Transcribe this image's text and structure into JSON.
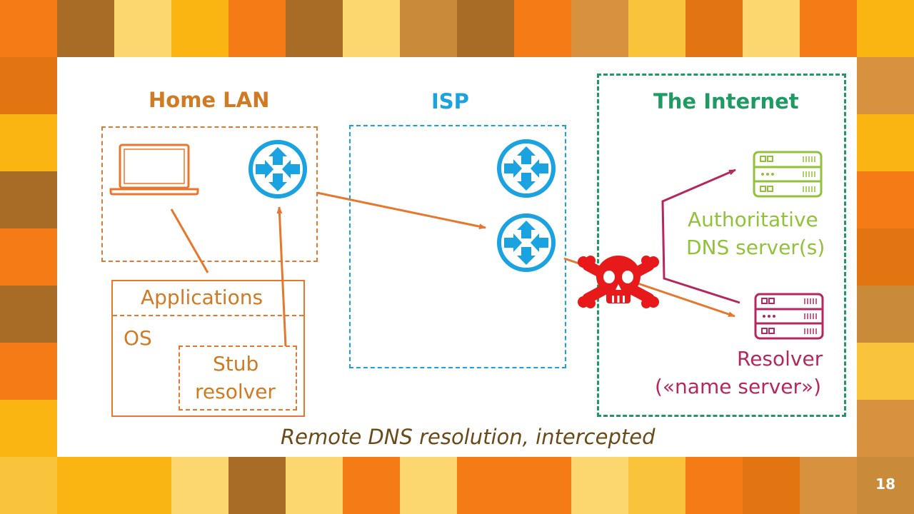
{
  "slide": {
    "page_number": "18",
    "caption": "Remote DNS resolution, intercepted"
  },
  "zones": {
    "home_lan": "Home LAN",
    "isp": "ISP",
    "internet": "The Internet"
  },
  "host": {
    "applications": "Applications",
    "os": "OS",
    "stub_resolver_line1": "Stub",
    "stub_resolver_line2": "resolver"
  },
  "servers": {
    "authoritative_line1": "Authoritative",
    "authoritative_line2": "DNS server(s)",
    "resolver_line1": "Resolver",
    "resolver_line2": "(«name server»)"
  },
  "colors": {
    "home_lan": "#e8772e",
    "home_lan_text": "#d07a23",
    "isp": "#1aa3e0",
    "internet": "#1f9a63",
    "authoritative": "#92c13a",
    "resolver": "#b5285f",
    "attacker": "#e8191a",
    "caption": "#6b4a1a"
  },
  "icons": [
    "laptop-icon",
    "router-icon",
    "server-icon",
    "skull-crossbones-icon"
  ]
}
